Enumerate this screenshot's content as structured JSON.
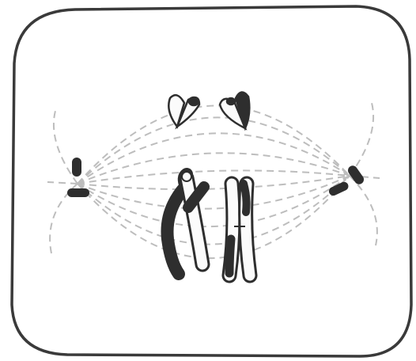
{
  "figure": {
    "colors": {
      "background": "#ffffff",
      "cell_outline": "#3a3a3a",
      "spindle": "#bdbdbd",
      "dark_chromatid": "#2e2e2e",
      "light_chromatid": "#fbfbfb"
    },
    "elements": {
      "cell": "cell-membrane",
      "spindle": "spindle-fibers",
      "centrosomes": [
        "left-centrosome",
        "right-centrosome"
      ],
      "chromosomes": [
        "small-chromosome-left",
        "small-chromosome-right",
        "large-chromosome-left",
        "large-chromosome-right"
      ]
    }
  }
}
